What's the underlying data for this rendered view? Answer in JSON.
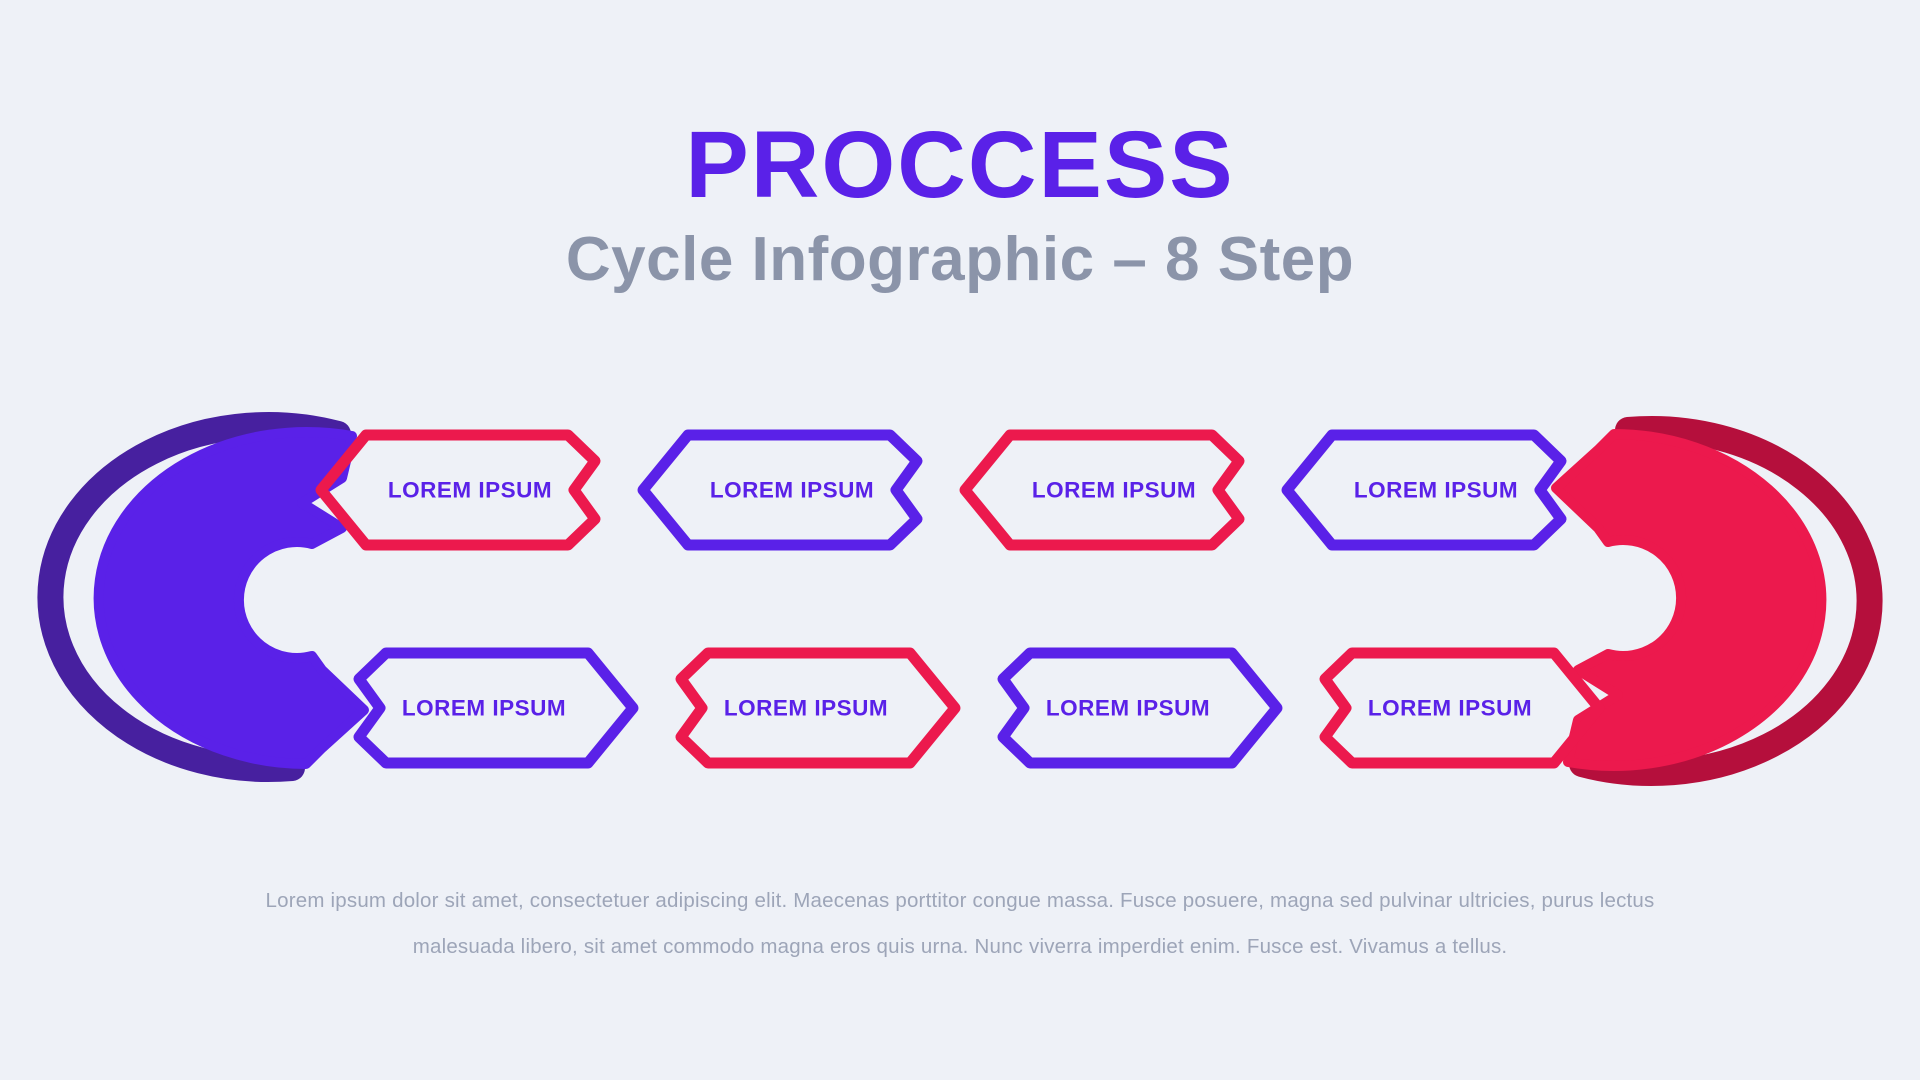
{
  "header": {
    "title": "PROCCESS",
    "subtitle": "Cycle Infographic – 8 Step"
  },
  "steps": {
    "top_row": [
      "LOREM IPSUM",
      "LOREM IPSUM",
      "LOREM IPSUM",
      "LOREM IPSUM"
    ],
    "bottom_row": [
      "LOREM IPSUM",
      "LOREM IPSUM",
      "LOREM IPSUM",
      "LOREM IPSUM"
    ]
  },
  "footer": {
    "paragraph": "Lorem ipsum dolor sit amet, consectetuer adipiscing elit. Maecenas porttitor congue massa. Fusce posuere, magna sed pulvinar ultricies, purus lectus malesuada libero, sit amet commodo magna eros quis urna. Nunc viverra imperdiet enim. Fusce est. Vivamus a tellus."
  },
  "colors": {
    "background": "#EEF1F7",
    "purple": "#5A21E8",
    "purpleDark": "#47209F",
    "red": "#EC194D",
    "redDark": "#B50F3C",
    "labelText": "#5A21E8",
    "titleText": "#5A21E8",
    "subtitleText": "#8B94A9",
    "paragraphText": "#9DA5B8"
  }
}
